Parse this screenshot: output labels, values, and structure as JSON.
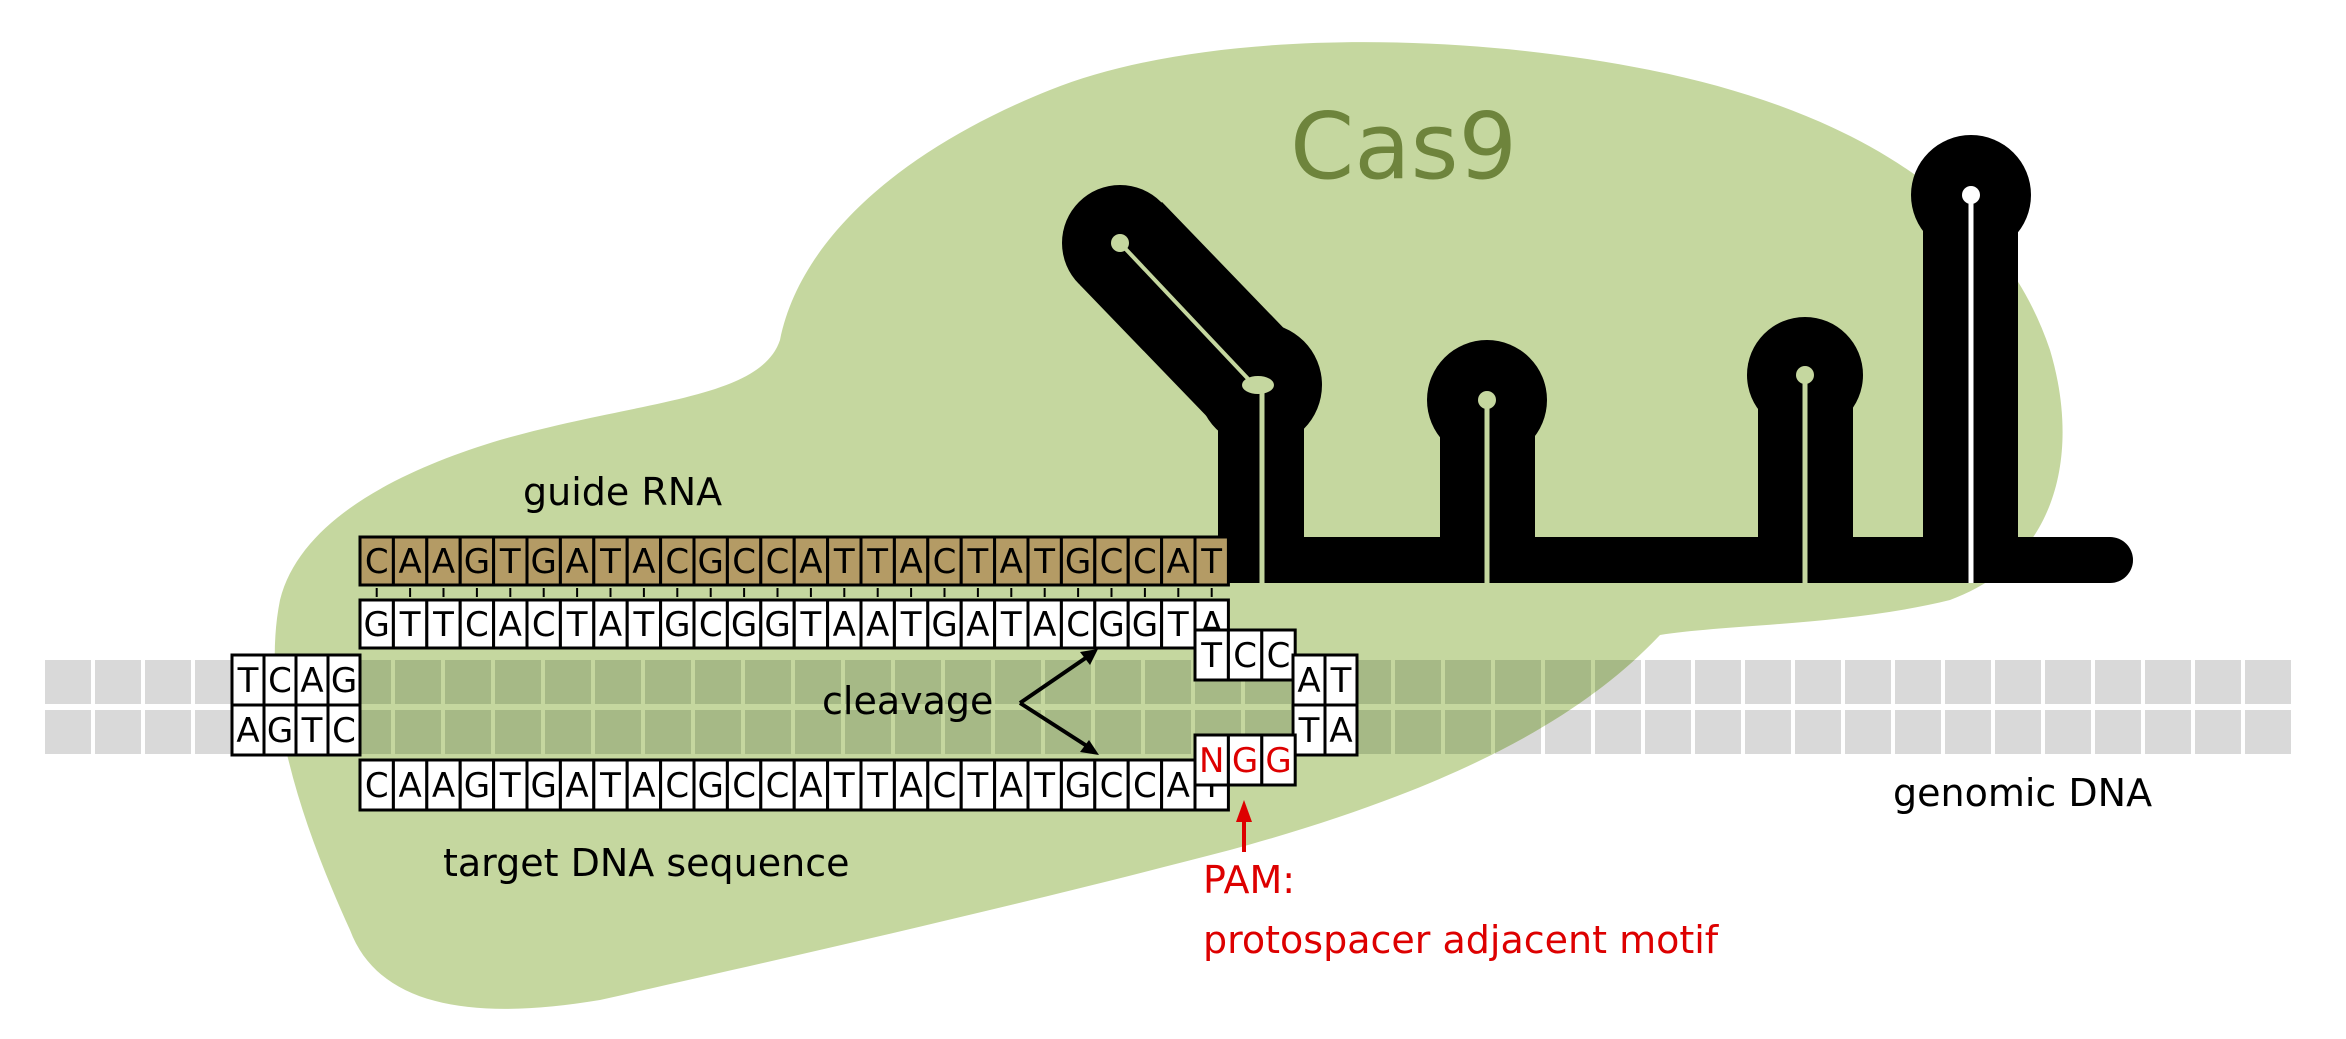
{
  "protein": {
    "label": "Cas9",
    "color": "#6e843c",
    "fill": "#c5d79f"
  },
  "guide_rna": {
    "label": "guide RNA",
    "sequence": [
      "C",
      "A",
      "A",
      "G",
      "T",
      "G",
      "A",
      "T",
      "A",
      "C",
      "G",
      "C",
      "C",
      "A",
      "T",
      "T",
      "A",
      "C",
      "T",
      "A",
      "T",
      "G",
      "C",
      "C",
      "A",
      "T"
    ],
    "fill": "#b49b65"
  },
  "complement_strand": {
    "sequence": [
      "G",
      "T",
      "T",
      "C",
      "A",
      "C",
      "T",
      "A",
      "T",
      "G",
      "C",
      "G",
      "G",
      "T",
      "A",
      "A",
      "T",
      "G",
      "A",
      "T",
      "A",
      "C",
      "G",
      "G",
      "T",
      "A"
    ],
    "overhang": [
      "T",
      "C",
      "C"
    ]
  },
  "target_strand": {
    "label": "target DNA sequence",
    "sequence": [
      "C",
      "A",
      "A",
      "G",
      "T",
      "G",
      "A",
      "T",
      "A",
      "C",
      "G",
      "C",
      "C",
      "A",
      "T",
      "T",
      "A",
      "C",
      "T",
      "A",
      "T",
      "G",
      "C",
      "C",
      "A",
      "T"
    ],
    "pam": [
      "N",
      "G",
      "G"
    ]
  },
  "left_flank": {
    "top": [
      "T",
      "C",
      "A",
      "G"
    ],
    "bottom": [
      "A",
      "G",
      "T",
      "C"
    ]
  },
  "right_flank": {
    "top": [
      "A",
      "T"
    ],
    "bottom": [
      "T",
      "A"
    ]
  },
  "cleavage": {
    "label": "cleavage"
  },
  "pam_note": {
    "title": "PAM:",
    "description": "protospacer adjacent motif",
    "color": "#dd0000"
  },
  "genomic_dna": {
    "label": "genomic DNA",
    "fill": "#d9d9d9"
  }
}
